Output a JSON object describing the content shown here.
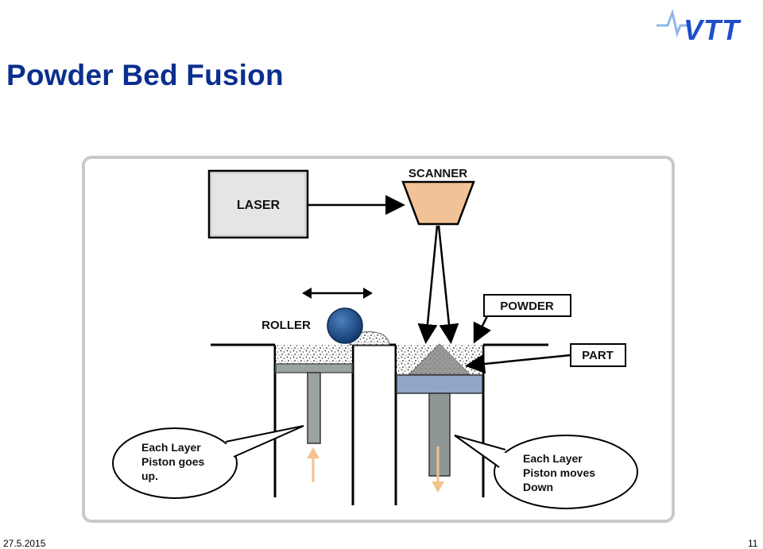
{
  "slide": {
    "title": "Powder Bed Fusion",
    "date": "27.5.2015",
    "page_number": "11",
    "logo_text": "VTT"
  },
  "diagram": {
    "labels": {
      "laser": "LASER",
      "scanner": "SCANNER",
      "roller": "ROLLER",
      "powder": "POWDER",
      "part": "PART"
    },
    "notes": {
      "left_line1": "Each Layer",
      "left_line2": "Piston goes",
      "left_line3": "up.",
      "right_line1": "Each Layer",
      "right_line2": "Piston moves",
      "right_line3": "Down"
    }
  },
  "colors": {
    "title": "#0b2f8f",
    "logo": "#1e4fc9",
    "scanner_fill": "#f2c297",
    "roller_fill": "#1d4f8f",
    "piston_fill": "#8f9a95",
    "platform_blue": "#8fa6c8",
    "arrow_peach": "#f4c28c"
  }
}
